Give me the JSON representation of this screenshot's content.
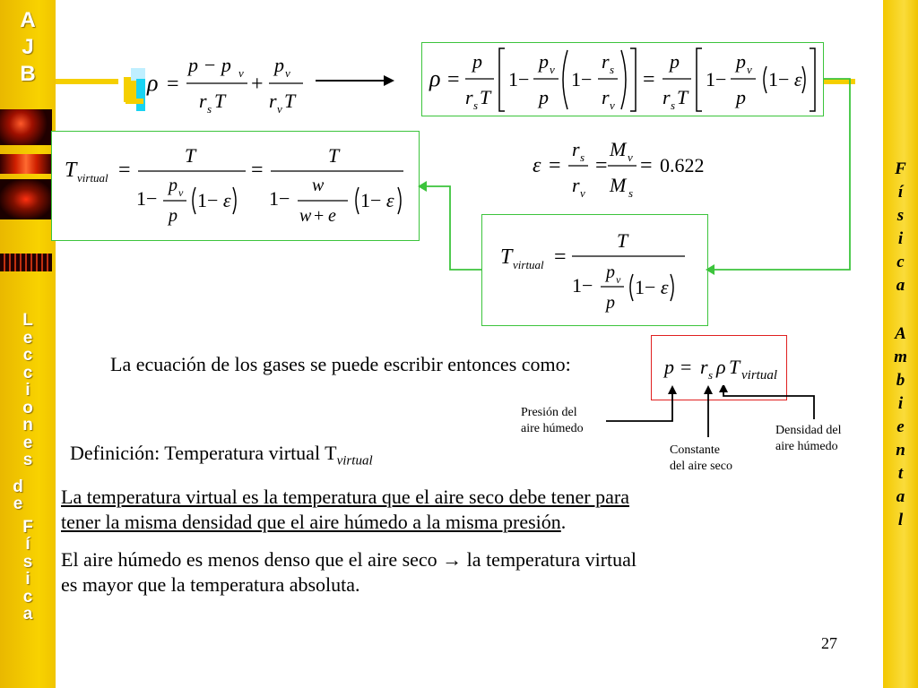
{
  "left_bar": {
    "top_letters": [
      "A",
      "J",
      "B"
    ],
    "side_letters": [
      "L",
      "e",
      "c",
      "c",
      "i",
      "o",
      "n",
      "e",
      "s",
      "",
      "d",
      "e",
      "",
      "F",
      "í",
      "s",
      "i",
      "c",
      "a"
    ]
  },
  "right_bar": {
    "letters_1": [
      "F",
      "í",
      "s",
      "i",
      "c",
      "a"
    ],
    "letters_2": [
      "A",
      "m",
      "b",
      "i",
      "e",
      "n",
      "t",
      "a",
      "l"
    ]
  },
  "sentence_gas": "La ecuación de los gases se puede escribir entonces como:",
  "definition": "Definición: Temperatura virtual T",
  "definition_sub": "virtual",
  "label_pressure_1": "Presión del",
  "label_pressure_2": "aire húmedo",
  "label_constant_1": "Constante",
  "label_constant_2": "del aire seco",
  "label_density_1": "Densidad del",
  "label_density_2": "aire húmedo",
  "para1_line1": "La temperatura virtual es la temperatura que el aire seco debe tener para",
  "para1_line2": "tener la misma densidad que el aire húmedo a la misma presión",
  "para1_end": ".",
  "para2_line1": "El aire húmedo es menos denso que el aire seco → la temperatura virtual",
  "para2_line2": "es mayor que la temperatura absoluta.",
  "page_number": "27",
  "epsilon_value": "0.622",
  "colors": {
    "box_green": "#3cc43c",
    "box_red": "#e02020",
    "bar_yellow": "#f8d200"
  }
}
